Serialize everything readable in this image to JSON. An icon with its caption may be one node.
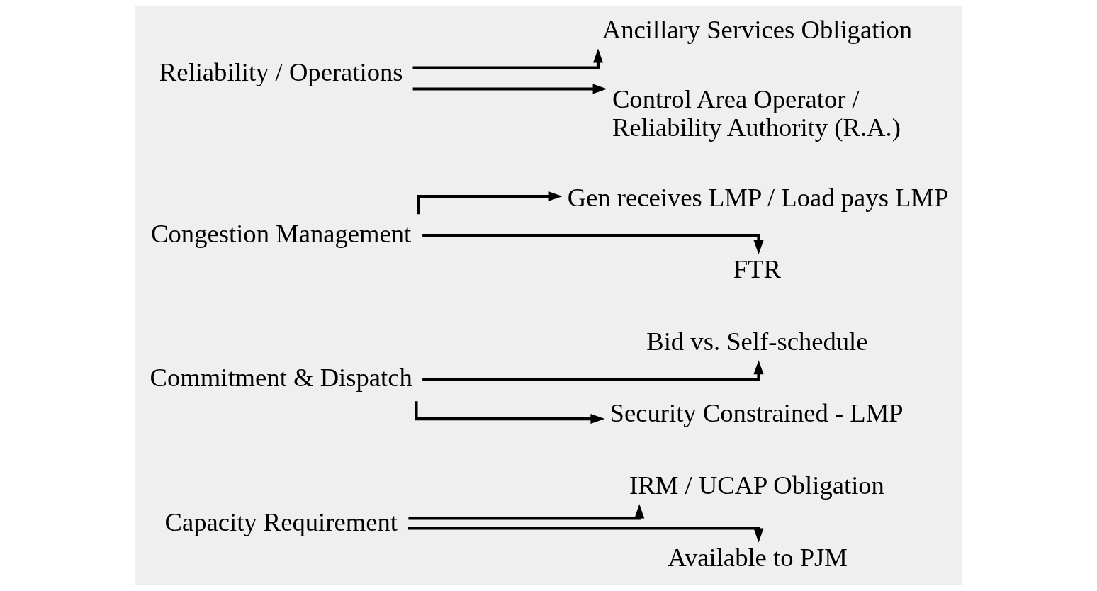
{
  "diagram": {
    "nodes": [
      {
        "text": [
          "Capacity Requirement"
        ]
      },
      {
        "text": [
          "IRM / UCAP Obligation"
        ]
      },
      {
        "text": [
          "Available to PJM"
        ]
      },
      {
        "text": [
          "Commitment & Dispatch"
        ]
      },
      {
        "text": [
          "Bid vs. Self-schedule"
        ]
      },
      {
        "text": [
          "Security Constrained - LMP"
        ]
      },
      {
        "text": [
          "Congestion Management"
        ]
      },
      {
        "text": [
          "Gen receives LMP / Load pays LMP"
        ]
      },
      {
        "text": [
          "FTR"
        ]
      },
      {
        "text": [
          "Reliability / Operations"
        ]
      },
      {
        "text": [
          "Ancillary Services Obligation"
        ]
      },
      {
        "text": [
          "Control Area Operator / Reliability Authority (R.A.)"
        ]
      }
    ],
    "edges": [
      {
        "from": 0,
        "to": 1,
        "arrow": "to"
      },
      {
        "from": 0,
        "to": 2,
        "arrow": "to"
      },
      {
        "from": 3,
        "to": 4,
        "arrow": "to"
      },
      {
        "from": 3,
        "to": 5,
        "arrow": "to"
      },
      {
        "from": 6,
        "to": 7,
        "arrow": "to"
      },
      {
        "from": 6,
        "to": 8,
        "arrow": "to"
      },
      {
        "from": 9,
        "to": 10,
        "arrow": "to"
      },
      {
        "from": 9,
        "to": 11,
        "arrow": "to"
      }
    ]
  }
}
